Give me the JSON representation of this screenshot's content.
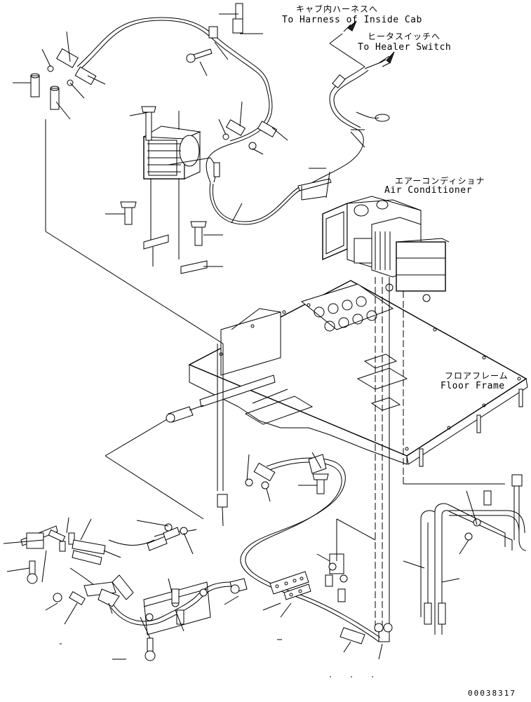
{
  "labels": {
    "cab_harness_jp": "キャブ内ハーネスへ",
    "cab_harness_en": "To Harness of Inside Cab",
    "heater_switch_jp": "ヒータスイッチへ",
    "heater_switch_en": "To Healer Switch",
    "air_conditioner_jp": "エアーコンディショナ",
    "air_conditioner_en": "Air Conditioner",
    "floor_frame_jp": "フロアフレーム",
    "floor_frame_en": "Floor Frame"
  },
  "drawing_number": "00038317"
}
